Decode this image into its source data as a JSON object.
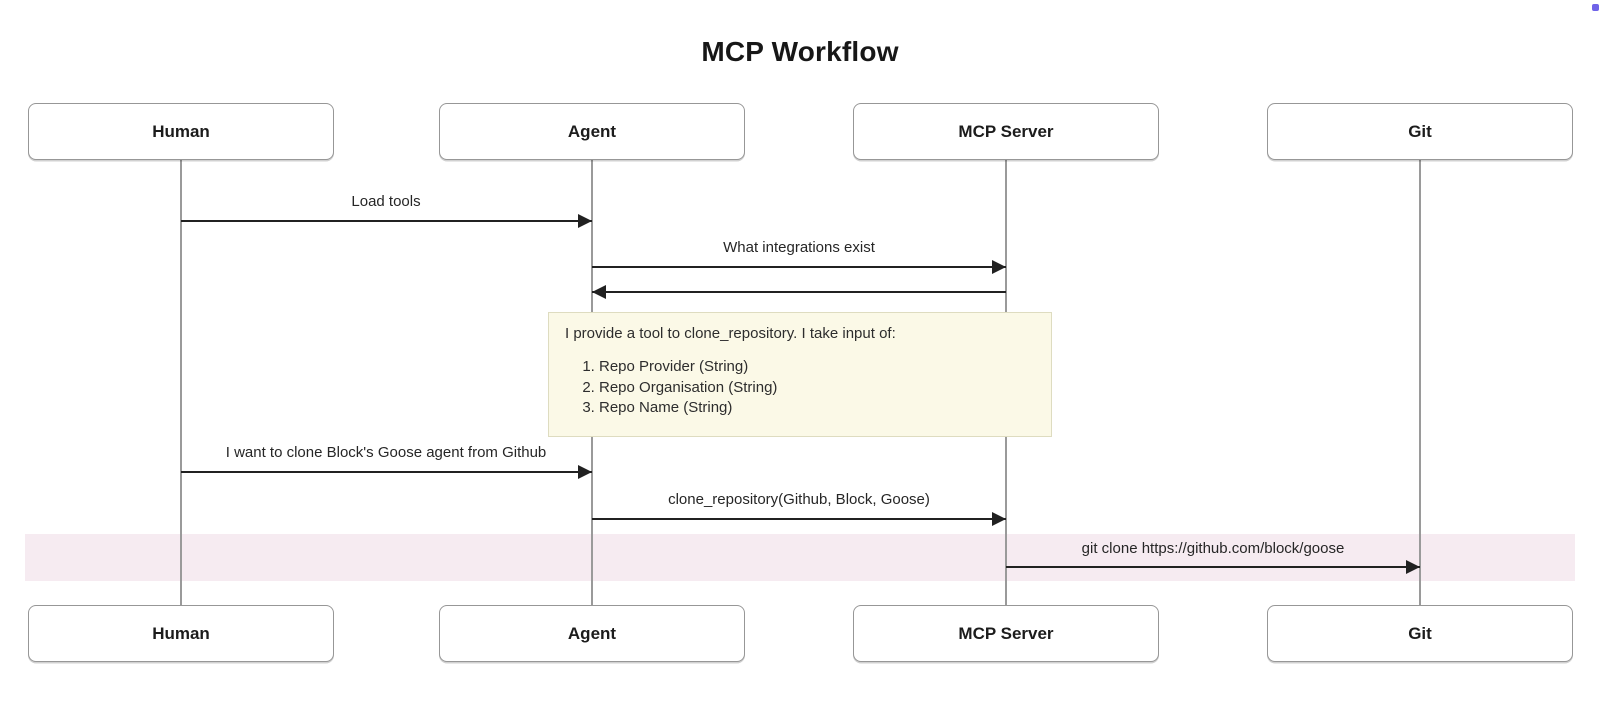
{
  "title": "MCP Workflow",
  "actors": [
    {
      "id": "human",
      "label": "Human"
    },
    {
      "id": "agent",
      "label": "Agent"
    },
    {
      "id": "mcp-server",
      "label": "MCP Server"
    },
    {
      "id": "git",
      "label": "Git"
    }
  ],
  "messages": [
    {
      "from": "Human",
      "to": "Agent",
      "label": "Load tools"
    },
    {
      "from": "Agent",
      "to": "MCP Server",
      "label": "What integrations exist"
    },
    {
      "from": "MCP Server",
      "to": "Agent",
      "label": ""
    },
    {
      "from": "Human",
      "to": "Agent",
      "label": "I want to clone Block's Goose agent from Github"
    },
    {
      "from": "Agent",
      "to": "MCP Server",
      "label": "clone_repository(Github, Block, Goose)"
    },
    {
      "from": "MCP Server",
      "to": "Git",
      "label": "git clone https://github.com/block/goose",
      "highlighted": true
    }
  ],
  "note": {
    "intro": "I provide a tool to clone_repository. I take input of:",
    "items": [
      "Repo Provider (String)",
      "Repo Organisation (String)",
      "Repo Name (String)"
    ]
  },
  "colors": {
    "note_bg": "#fbf9e7",
    "highlight_band": "#f6ebf1",
    "actor_border": "#979797",
    "lifeline": "#9a9a9a",
    "arrow": "#212121",
    "text": "#262626",
    "cursor_dot": "#6f63e8"
  }
}
